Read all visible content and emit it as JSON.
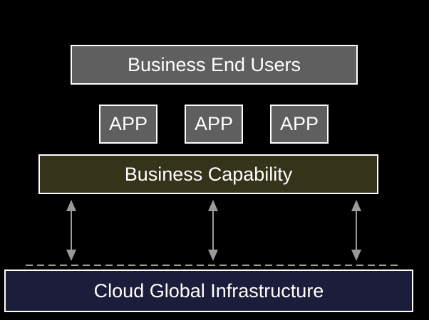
{
  "diagram": {
    "top_box": {
      "label": "Business End Users"
    },
    "apps": [
      {
        "label": "APP"
      },
      {
        "label": "APP"
      },
      {
        "label": "APP"
      }
    ],
    "capability_box": {
      "label": "Business Capability"
    },
    "infrastructure_box": {
      "label": "Cloud Global Infrastructure"
    },
    "colors": {
      "background": "#000000",
      "gray_box": "#5f5f5f",
      "capability_fill": "#35341a",
      "infrastructure_fill": "#1b1d3a",
      "arrow": "#9a9a9a",
      "border": "#ffffff"
    },
    "connectors": {
      "arrow_count": 3,
      "style": "double-headed vertical arrows",
      "separator": "dashed line"
    }
  }
}
